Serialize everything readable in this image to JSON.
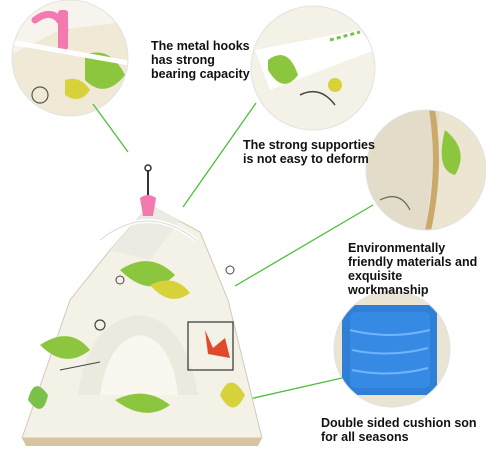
{
  "captions": {
    "hooks": "The metal hooks\nhas strong\nbearing capacity",
    "supports": "The strong supporties\nis not easy to deform",
    "materials": "Environmentally\nfriendly materials and\nexquisite workmanship",
    "cushion": "Double sided cushion son\nfor all seasons"
  },
  "colors": {
    "leader_line": "#4cbf3a",
    "tent_fabric": "#f4f1e6",
    "leaf_green": "#8cc63f",
    "leaf_yellow": "#d8d23a",
    "hook_pink": "#f27ab0",
    "cushion_blue": "#2f7fd6"
  },
  "icons": [
    "hook-icon",
    "leaf-icon",
    "spiral-icon",
    "sun-icon"
  ]
}
